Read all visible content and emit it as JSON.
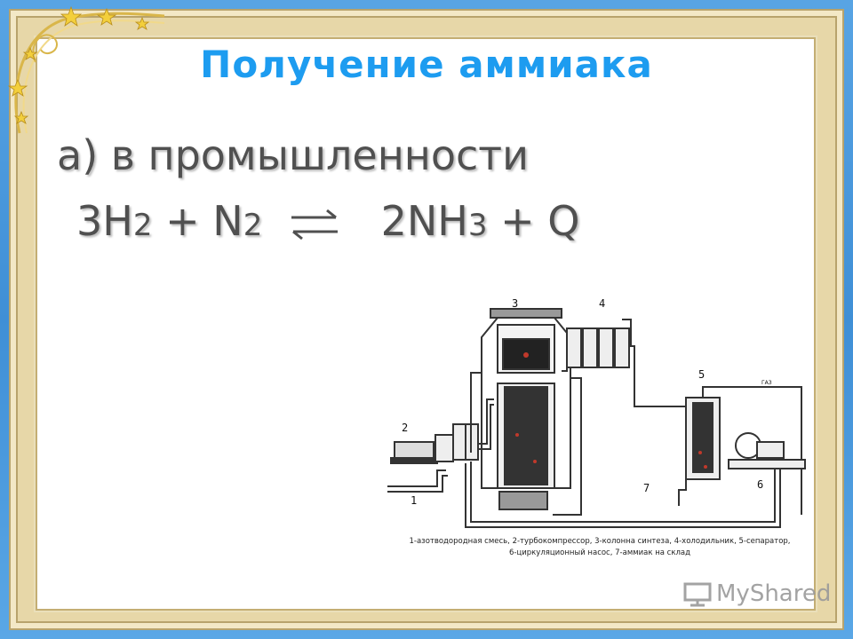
{
  "slide": {
    "title": "Получение аммиака",
    "subtitle": "а) в промышленности",
    "equation": {
      "h_coef": "3H",
      "h_sub": "2",
      "plus1": " + N",
      "n_sub": "2",
      "nh_coef": "2NH",
      "nh_sub": "3",
      "tail": " + Q"
    }
  },
  "diagram": {
    "labels": {
      "l1": "1",
      "l2": "2",
      "l3": "3",
      "l4": "4",
      "l5": "5",
      "l6": "6",
      "l7": "7",
      "gas": "ГАЗ"
    },
    "caption_line1": "1-азотводородная смесь, 2-турбокомпрессор, 3-колонна синтеза, 4-холодильник, 5-сепаратор,",
    "caption_line2": "6-циркуляционный насос, 7-аммиак на склад"
  },
  "watermark": {
    "text": "MyShared"
  },
  "colors": {
    "background": "#4a97dc",
    "frame": "#e7d7a8",
    "title": "#1d9cf0",
    "text": "#505050"
  }
}
